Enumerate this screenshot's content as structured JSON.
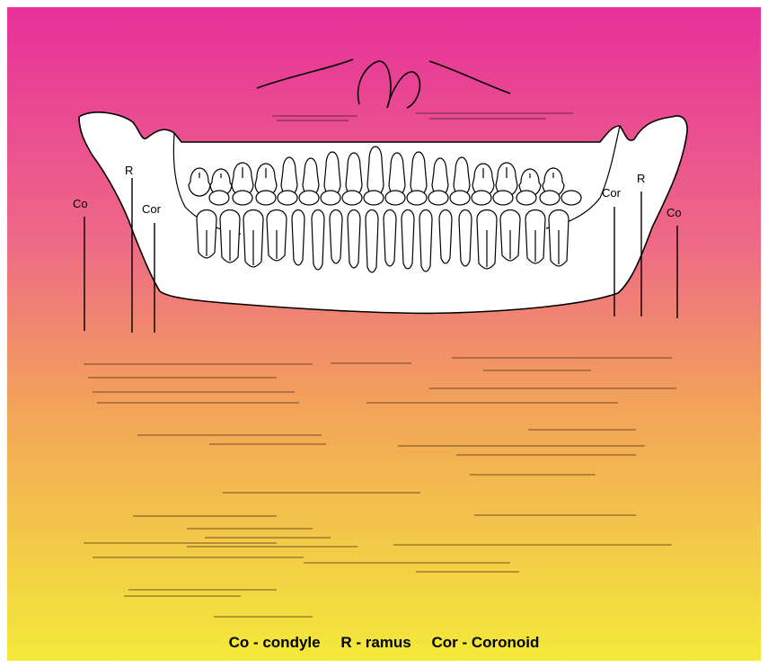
{
  "labels": {
    "co_left": "Co",
    "r_left": "R",
    "cor_left": "Cor",
    "cor_right": "Cor",
    "r_right": "R",
    "co_right": "Co"
  },
  "legend": {
    "condyle": "Co - condyle",
    "ramus": "R - ramus",
    "coronoid": "Cor - Coronoid"
  },
  "colors": {
    "background_top": "#e6309a",
    "background_bottom": "#f3ea3a",
    "mandible_fill": "#ffffff",
    "outline": "#000000"
  }
}
